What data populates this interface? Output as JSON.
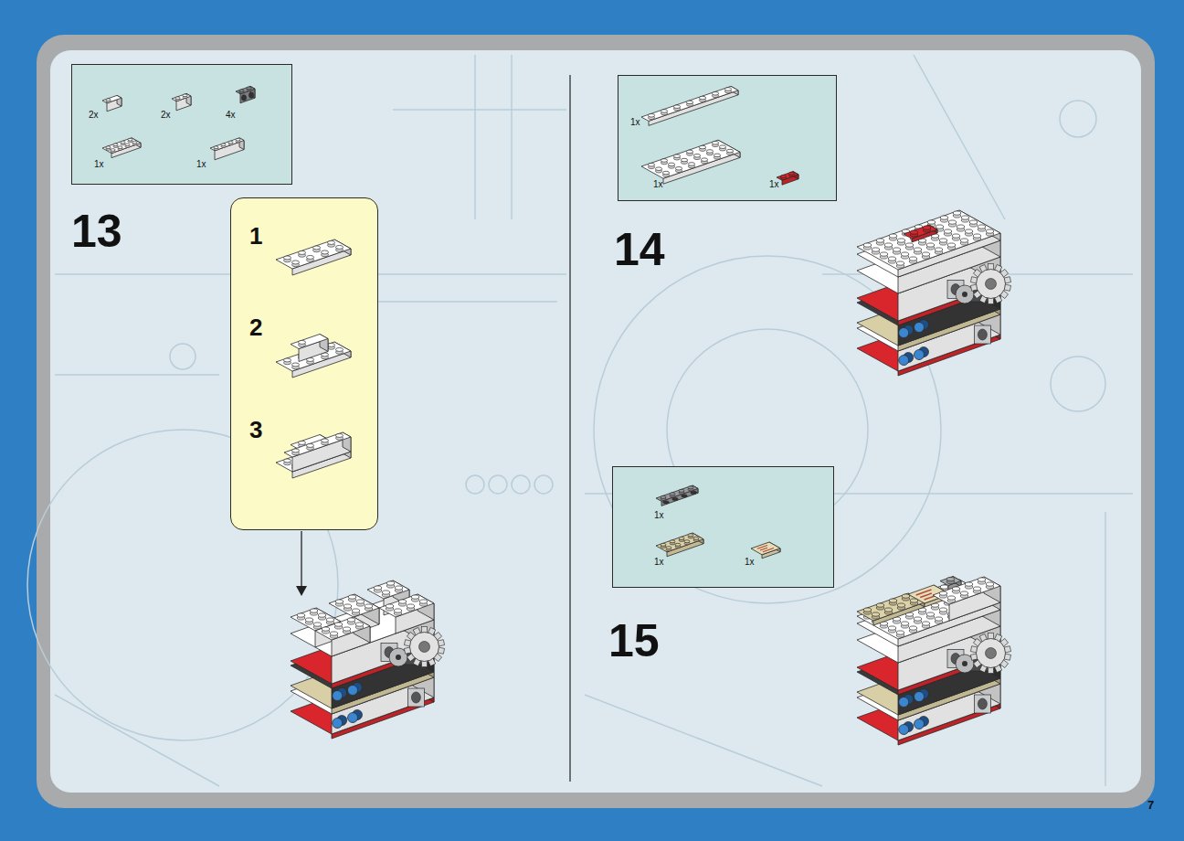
{
  "diagram": {
    "nodes": [
      {
        "text": [
          "2x",
          "2x",
          "4x",
          "1x",
          "1x"
        ]
      },
      {
        "text": [
          "1",
          "2",
          "3"
        ]
      },
      {
        "text": [
          "1x",
          "1x",
          "1x"
        ]
      },
      {
        "text": [
          "1x",
          "1x",
          "1x"
        ]
      }
    ],
    "labels": [
      "13",
      "14",
      "15",
      "7"
    ]
  }
}
